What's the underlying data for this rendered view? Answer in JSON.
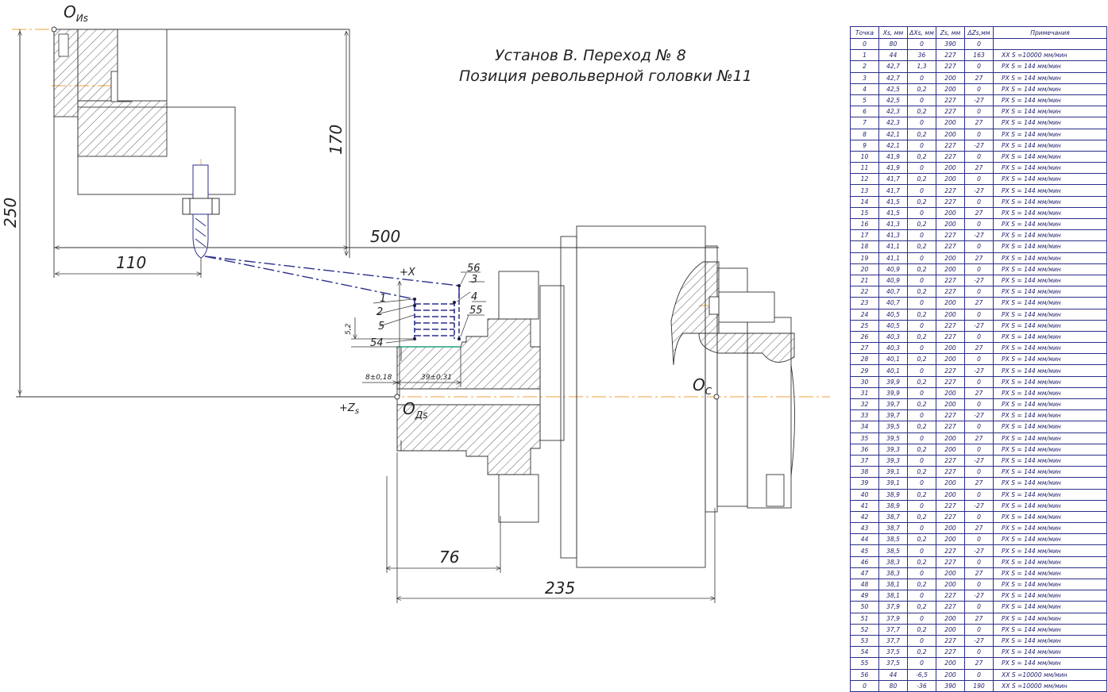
{
  "title": {
    "line1": "Установ В. Переход № 8",
    "line2": "Позиция револьверной головки №11"
  },
  "labels": {
    "origin_tool": "O",
    "origin_tool_sub": "Иs",
    "origin_part": "O",
    "origin_part_sub": "Дs",
    "origin_chuck": "O",
    "origin_chuck_sub": "С",
    "axis_x": "+X",
    "axis_z": "+Z",
    "axis_z_sub": "s"
  },
  "dimensions": {
    "d250": "250",
    "d170": "170",
    "d500": "500",
    "d110": "110",
    "d76": "76",
    "d235": "235",
    "d52": "5,2",
    "d8": "8±0,18",
    "d39": "39±0,31"
  },
  "point_labels": [
    "1",
    "2",
    "5",
    "54",
    "56",
    "3",
    "4",
    "55"
  ],
  "table": {
    "headers": [
      "Точка",
      "Xs, мм",
      "ΔXs, мм",
      "Zs, мм",
      "ΔZs,мм",
      "Примечания"
    ],
    "rows": [
      [
        "0",
        "80",
        "0",
        "390",
        "0",
        ""
      ],
      [
        "1",
        "44",
        "36",
        "227",
        "163",
        "XX S =10000 мм/мин"
      ],
      [
        "2",
        "42,7",
        "1,3",
        "227",
        "0",
        "PX S = 144 мм/мин"
      ],
      [
        "3",
        "42,7",
        "0",
        "200",
        "27",
        "PX S = 144 мм/мин"
      ],
      [
        "4",
        "42,5",
        "0,2",
        "200",
        "0",
        "PX S = 144 мм/мин"
      ],
      [
        "5",
        "42,5",
        "0",
        "227",
        "-27",
        "PX S = 144 мм/мин"
      ],
      [
        "6",
        "42,3",
        "0,2",
        "227",
        "0",
        "PX S = 144 мм/мин"
      ],
      [
        "7",
        "42,3",
        "0",
        "200",
        "27",
        "PX S = 144 мм/мин"
      ],
      [
        "8",
        "42,1",
        "0,2",
        "200",
        "0",
        "PX S = 144 мм/мин"
      ],
      [
        "9",
        "42,1",
        "0",
        "227",
        "-27",
        "PX S = 144 мм/мин"
      ],
      [
        "10",
        "41,9",
        "0,2",
        "227",
        "0",
        "PX S = 144 мм/мин"
      ],
      [
        "11",
        "41,9",
        "0",
        "200",
        "27",
        "PX S = 144 мм/мин"
      ],
      [
        "12",
        "41,7",
        "0,2",
        "200",
        "0",
        "PX S = 144 мм/мин"
      ],
      [
        "13",
        "41,7",
        "0",
        "227",
        "-27",
        "PX S = 144 мм/мин"
      ],
      [
        "14",
        "41,5",
        "0,2",
        "227",
        "0",
        "PX S = 144 мм/мин"
      ],
      [
        "15",
        "41,5",
        "0",
        "200",
        "27",
        "PX S = 144 мм/мин"
      ],
      [
        "16",
        "41,3",
        "0,2",
        "200",
        "0",
        "PX S = 144 мм/мин"
      ],
      [
        "17",
        "41,3",
        "0",
        "227",
        "-27",
        "PX S = 144 мм/мин"
      ],
      [
        "18",
        "41,1",
        "0,2",
        "227",
        "0",
        "PX S = 144 мм/мин"
      ],
      [
        "19",
        "41,1",
        "0",
        "200",
        "27",
        "PX S = 144 мм/мин"
      ],
      [
        "20",
        "40,9",
        "0,2",
        "200",
        "0",
        "PX S = 144 мм/мин"
      ],
      [
        "21",
        "40,9",
        "0",
        "227",
        "-27",
        "PX S = 144 мм/мин"
      ],
      [
        "22",
        "40,7",
        "0,2",
        "227",
        "0",
        "PX S = 144 мм/мин"
      ],
      [
        "23",
        "40,7",
        "0",
        "200",
        "27",
        "PX S = 144 мм/мин"
      ],
      [
        "24",
        "40,5",
        "0,2",
        "200",
        "0",
        "PX S = 144 мм/мин"
      ],
      [
        "25",
        "40,5",
        "0",
        "227",
        "-27",
        "PX S = 144 мм/мин"
      ],
      [
        "26",
        "40,3",
        "0,2",
        "227",
        "0",
        "PX S = 144 мм/мин"
      ],
      [
        "27",
        "40,3",
        "0",
        "200",
        "27",
        "PX S = 144 мм/мин"
      ],
      [
        "28",
        "40,1",
        "0,2",
        "200",
        "0",
        "PX S = 144 мм/мин"
      ],
      [
        "29",
        "40,1",
        "0",
        "227",
        "-27",
        "PX S = 144 мм/мин"
      ],
      [
        "30",
        "39,9",
        "0,2",
        "227",
        "0",
        "PX S = 144 мм/мин"
      ],
      [
        "31",
        "39,9",
        "0",
        "200",
        "27",
        "PX S = 144 мм/мин"
      ],
      [
        "32",
        "39,7",
        "0,2",
        "200",
        "0",
        "PX S = 144 мм/мин"
      ],
      [
        "33",
        "39,7",
        "0",
        "227",
        "-27",
        "PX S = 144 мм/мин"
      ],
      [
        "34",
        "39,5",
        "0,2",
        "227",
        "0",
        "PX S = 144 мм/мин"
      ],
      [
        "35",
        "39,5",
        "0",
        "200",
        "27",
        "PX S = 144 мм/мин"
      ],
      [
        "36",
        "39,3",
        "0,2",
        "200",
        "0",
        "PX S = 144 мм/мин"
      ],
      [
        "37",
        "39,3",
        "0",
        "227",
        "-27",
        "PX S = 144 мм/мин"
      ],
      [
        "38",
        "39,1",
        "0,2",
        "227",
        "0",
        "PX S = 144 мм/мин"
      ],
      [
        "39",
        "39,1",
        "0",
        "200",
        "27",
        "PX S = 144 мм/мин"
      ],
      [
        "40",
        "38,9",
        "0,2",
        "200",
        "0",
        "PX S = 144 мм/мин"
      ],
      [
        "41",
        "38,9",
        "0",
        "227",
        "-27",
        "PX S = 144 мм/мин"
      ],
      [
        "42",
        "38,7",
        "0,2",
        "227",
        "0",
        "PX S = 144 мм/мин"
      ],
      [
        "43",
        "38,7",
        "0",
        "200",
        "27",
        "PX S = 144 мм/мин"
      ],
      [
        "44",
        "38,5",
        "0,2",
        "200",
        "0",
        "PX S = 144 мм/мин"
      ],
      [
        "45",
        "38,5",
        "0",
        "227",
        "-27",
        "PX S = 144 мм/мин"
      ],
      [
        "46",
        "38,3",
        "0,2",
        "227",
        "0",
        "PX S = 144 мм/мин"
      ],
      [
        "47",
        "38,3",
        "0",
        "200",
        "27",
        "PX S = 144 мм/мин"
      ],
      [
        "48",
        "38,1",
        "0,2",
        "200",
        "0",
        "PX S = 144 мм/мин"
      ],
      [
        "49",
        "38,1",
        "0",
        "227",
        "-27",
        "PX S = 144 мм/мин"
      ],
      [
        "50",
        "37,9",
        "0,2",
        "227",
        "0",
        "PX S = 144 мм/мин"
      ],
      [
        "51",
        "37,9",
        "0",
        "200",
        "27",
        "PX S = 144 мм/мин"
      ],
      [
        "52",
        "37,7",
        "0,2",
        "200",
        "0",
        "PX S = 144 мм/мин"
      ],
      [
        "53",
        "37,7",
        "0",
        "227",
        "-27",
        "PX S = 144 мм/мин"
      ],
      [
        "54",
        "37,5",
        "0,2",
        "227",
        "0",
        "PX S = 144 мм/мин"
      ],
      [
        "55",
        "37,5",
        "0",
        "200",
        "27",
        "PX S = 144 мм/мин"
      ],
      [
        "56",
        "44",
        "-6,5",
        "200",
        "0",
        "XX S =10000 мм/мин"
      ],
      [
        "0",
        "80",
        "-36",
        "390",
        "190",
        "XX S =10000 мм/мин"
      ]
    ]
  },
  "colors": {
    "drawing_line": "#333333",
    "axis_line": "#f0a040",
    "tool_path": "#2b2f8a",
    "table_border": "#2b2f8a",
    "finish_surface": "#20a080"
  }
}
